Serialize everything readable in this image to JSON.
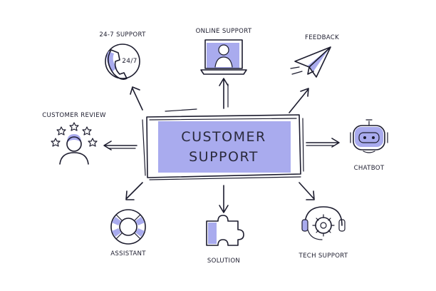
{
  "center": {
    "line1": "CUSTOMER",
    "line2": "SUPPORT"
  },
  "nodes": {
    "support_24_7": {
      "label": "24-7 SUPPORT",
      "icon_text": "24/7",
      "icon": "phone-24-7-icon"
    },
    "online_support": {
      "label": "ONLINE SUPPORT",
      "icon": "laptop-agent-icon"
    },
    "feedback": {
      "label": "FEEDBACK",
      "icon": "paper-plane-icon"
    },
    "chatbot": {
      "label": "CHATBOT",
      "icon": "robot-icon"
    },
    "tech_support": {
      "label": "TECH SUPPORT",
      "icon": "gear-headset-icon"
    },
    "solution": {
      "label": "SOLUTION",
      "icon": "puzzle-piece-icon"
    },
    "assistant": {
      "label": "ASSISTANT",
      "icon": "lifebuoy-icon"
    },
    "customer_review": {
      "label": "CUSTOMER REVIEW",
      "icon": "person-stars-icon"
    }
  },
  "colors": {
    "ink": "#1c1c2e",
    "accent": "#a9abee"
  }
}
